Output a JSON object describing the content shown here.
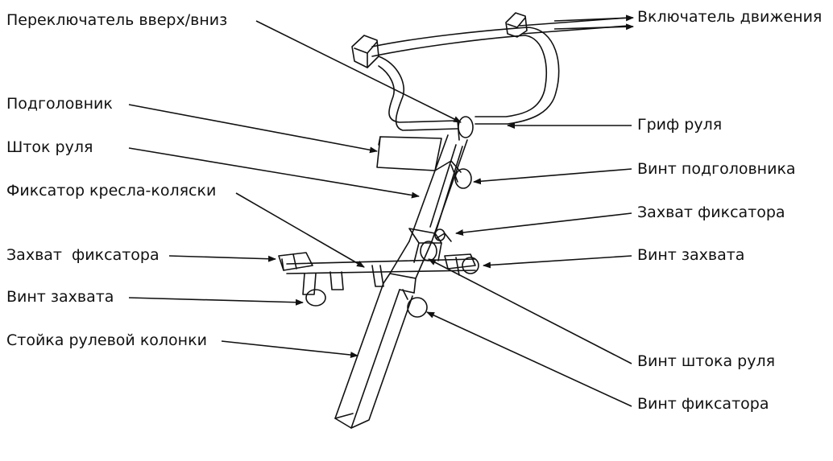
{
  "diagram": {
    "labels_left": [
      {
        "id": "l0",
        "text": "Переключатель вверх/вниз"
      },
      {
        "id": "l1",
        "text": "Подголовник"
      },
      {
        "id": "l2",
        "text": "Шток руля"
      },
      {
        "id": "l3",
        "text": "Фиксатор кресла-коляски"
      },
      {
        "id": "l4",
        "text": "Захват  фиксатора"
      },
      {
        "id": "l5",
        "text": "Винт захвата"
      },
      {
        "id": "l6",
        "text": "Стойка рулевой колонки"
      }
    ],
    "labels_right": [
      {
        "id": "r0",
        "text": "Включатель движения"
      },
      {
        "id": "r1",
        "text": "Гриф руля"
      },
      {
        "id": "r2",
        "text": "Винт подголовника"
      },
      {
        "id": "r3",
        "text": "Захват фиксатора"
      },
      {
        "id": "r4",
        "text": "Винт захвата"
      },
      {
        "id": "r5",
        "text": "Винт штока руля"
      },
      {
        "id": "r6",
        "text": "Винт фиксатора"
      }
    ],
    "colors": {
      "line": "#111111",
      "background": "#ffffff"
    }
  }
}
